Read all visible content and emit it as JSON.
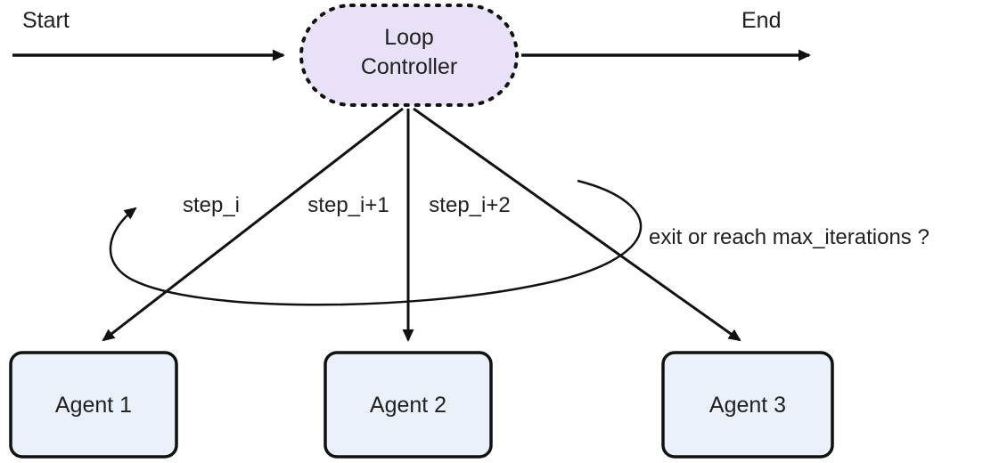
{
  "diagram": {
    "start_label": "Start",
    "end_label": "End",
    "loop_controller": {
      "line1": "Loop",
      "line2": "Controller"
    },
    "edges": {
      "step_i": "step_i",
      "step_i_plus_1": "step_i+1",
      "step_i_plus_2": "step_i+2"
    },
    "loop_condition_label": "exit or reach max_iterations ?",
    "agents": [
      {
        "label": "Agent 1"
      },
      {
        "label": "Agent 2"
      },
      {
        "label": "Agent 3"
      }
    ],
    "colors": {
      "controller_fill": "#e9e1f8",
      "agent_fill": "#ebf1fa",
      "stroke": "#111111"
    }
  }
}
